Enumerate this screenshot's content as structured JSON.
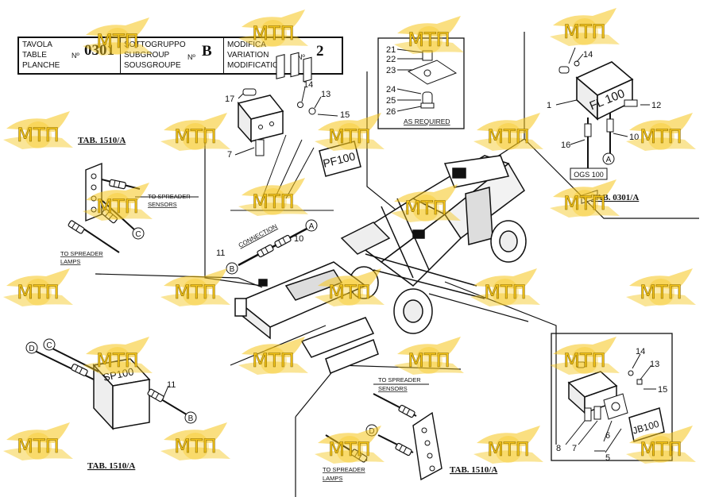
{
  "header": {
    "tavola": "TAVOLA",
    "table": "TABLE",
    "planche": "PLANCHE",
    "no1": "Nº",
    "table_no": "0301",
    "sottogruppo": "SOTTOGRUPPO",
    "subgroup": "SUBGROUP",
    "sousgroupe": "SOUSGROUPE",
    "no2": "Nº",
    "subgroup_no": "B",
    "modifica": "MODIFICA",
    "variation": "VARIATION",
    "modification": "MODIFICATION",
    "no3": "Nº",
    "variation_no": "2"
  },
  "tab_refs": {
    "top_left": "TAB. 1510/A",
    "top_right": "TAB. 0301/A",
    "bottom_left": "TAB. 1510/A",
    "bottom_center": "TAB. 1510/A"
  },
  "notes": {
    "as_required": "AS REQUIRED",
    "connection": "CONNECTION",
    "to_spreader_sensors": "TO SPREADER SENSORS",
    "to_spreader_sensors_2": "TO SPREADER SENSORS",
    "to_spreader_lamps": "TO SPREADER LAMPS",
    "to_spreader_lamps_2": "TO SPREADER LAMPS",
    "ogs": "OGS 100"
  },
  "box_labels": {
    "pf": "PF100",
    "fl": "FL 100",
    "sp": "SP100",
    "jb": "JB100"
  },
  "callouts": {
    "top_left_box": [
      "17",
      "14",
      "13",
      "15",
      "7"
    ],
    "kit": [
      "21",
      "22",
      "23",
      "24",
      "25",
      "26"
    ],
    "top_right_box": [
      "14",
      "1",
      "12",
      "16",
      "10"
    ],
    "middle": [
      "10",
      "11"
    ],
    "bottom_left": [
      "11"
    ],
    "bottom_right": [
      "14",
      "13",
      "15",
      "8",
      "7",
      "6",
      "5"
    ]
  },
  "connectors": [
    "A",
    "B",
    "C",
    "D"
  ],
  "watermark": {
    "text": "МТП",
    "color": "#f5c518"
  }
}
